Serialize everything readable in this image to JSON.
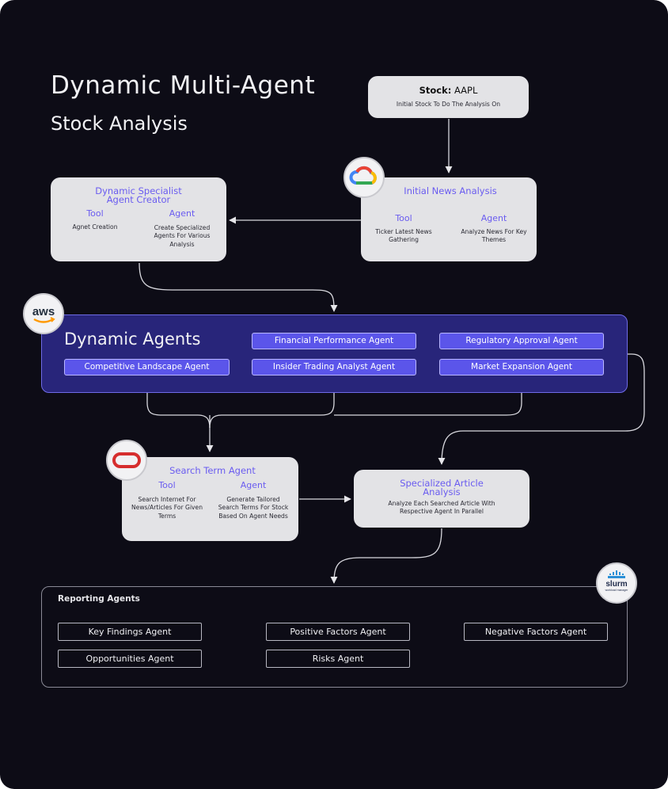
{
  "title": "Dynamic Multi-Agent",
  "subtitle": "Stock Analysis",
  "stock": {
    "label": "Stock:",
    "value": "AAPL",
    "description": "Initial Stock To Do The Analysis On"
  },
  "initial_news": {
    "title": "Initial News Analysis",
    "tool_label": "Tool",
    "tool_text": "Ticker Latest News\nGathering",
    "agent_label": "Agent",
    "agent_text": "Analyze News For Key\nThemes"
  },
  "specialist_creator": {
    "title_line1": "Dynamic Specialist",
    "title_line2": "Agent Creator",
    "tool_label": "Tool",
    "tool_text": "Agnet Creation",
    "agent_label": "Agent",
    "agent_text": "Create Specialized\nAgents For Various\nAnalysis"
  },
  "dynamic_agents": {
    "title": "Dynamic Agents",
    "agents": [
      "Financial Performance Agent",
      "Regulatory Approval Agent",
      "Competitive Landscape Agent",
      "Insider Trading Analyst Agent",
      "Market Expansion Agent"
    ]
  },
  "search_term": {
    "title": "Search Term Agent",
    "tool_label": "Tool",
    "tool_text": "Search Internet For\nNews/Articles For Given\nTerms",
    "agent_label": "Agent",
    "agent_text": "Generate Tailored\nSearch Terms For Stock\nBased On Agent Needs"
  },
  "specialized_article": {
    "title_line1": "Specialized Article",
    "title_line2": "Analysis",
    "description": "Analyze Each Searched Article With\nRespective Agent In Parallel"
  },
  "reporting": {
    "title": "Reporting Agents",
    "agents": [
      "Key Findings Agent",
      "Positive Factors Agent",
      "Negative Factors Agent",
      "Opportunities Agent",
      "Risks Agent"
    ]
  },
  "logos": {
    "aws_text": "aws",
    "slurm_text": "slurm",
    "slurm_sub": "workload manager"
  },
  "colors": {
    "background": "#0d0c16",
    "card": "#e3e3e6",
    "accent": "#6a5cf0",
    "agent_fill": "#5b55ea",
    "panel": "#28257a"
  }
}
